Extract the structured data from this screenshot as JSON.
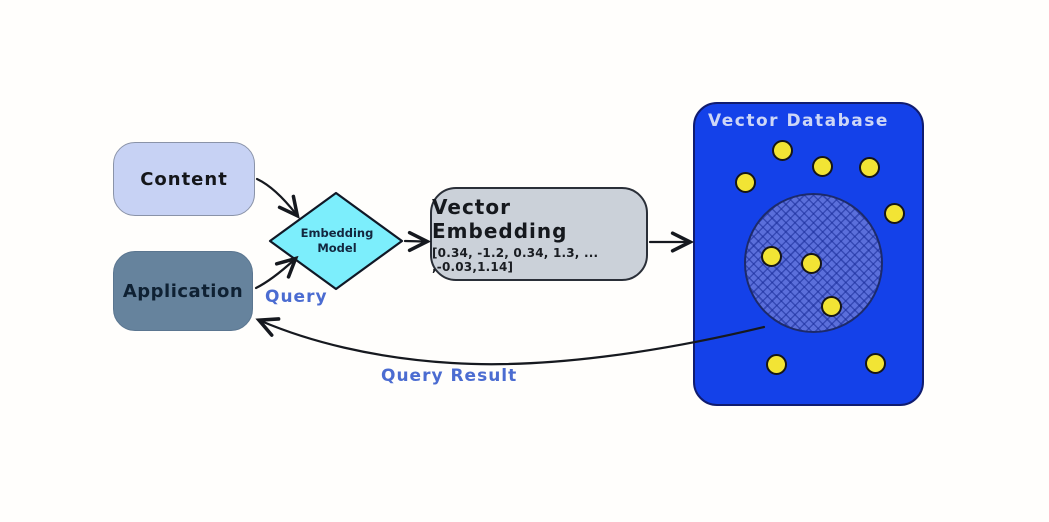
{
  "diagram": {
    "nodes": {
      "content": {
        "label": "Content",
        "fill": "#c7d2f4"
      },
      "application": {
        "label": "Application",
        "fill": "#66839d"
      },
      "embedding_model": {
        "line1": "Embedding",
        "line2": "Model",
        "fill": "#7ceefc"
      },
      "vector_embedding": {
        "title": "Vector Embedding",
        "values": "[0.34, -1.2, 0.34, 1.3, ... ,-0.03,1.14]",
        "fill": "#cbd1d9"
      },
      "vector_database": {
        "title": "Vector Database",
        "fill": "#1441e9",
        "cluster_fill": "#5b6fdb",
        "point_color": "#f2e434",
        "point_count": 10,
        "points_in_cluster": 3
      }
    },
    "labels": {
      "query": "Query",
      "query_result": "Query Result",
      "label_color": "#4b6cd1"
    },
    "arrow_color": "#16191f"
  }
}
